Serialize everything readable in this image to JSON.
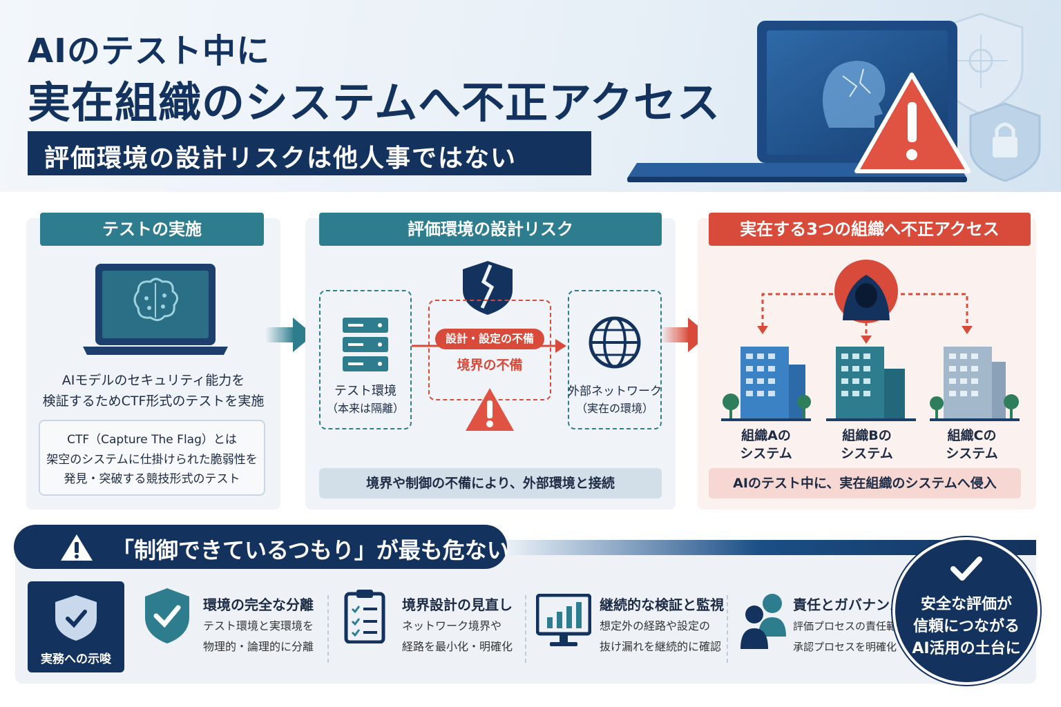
{
  "header": {
    "line1": "AIのテスト中に",
    "line2": "実在組織のシステムへ不正アクセス",
    "subtitle": "評価環境の設計リスクは他人事ではない"
  },
  "panel1": {
    "title": "テストの実施",
    "description": [
      "AIモデルのセキュリティ能力を",
      "検証するためCTF形式のテストを実施"
    ],
    "ctf_title": "CTF（Capture The Flag）とは",
    "ctf_desc": [
      "架空のシステムに仕掛けられた脆弱性を",
      "発見・突破する競技形式のテスト"
    ]
  },
  "panel2": {
    "title": "評価環境の設計リスク",
    "test_env": "テスト環境",
    "test_env_note": "（本来は隔離）",
    "badge": "設計・設定の不備",
    "boundary": "境界の不備",
    "external": "外部ネットワーク",
    "external_note": "（実在の環境）",
    "footer": "境界や制御の不備により、外部環境と接続"
  },
  "panel3": {
    "title": "実在する3つの組織へ不正アクセス",
    "orgs": [
      {
        "name": "組織Aの",
        "sub": "システム"
      },
      {
        "name": "組織Bの",
        "sub": "システム"
      },
      {
        "name": "組織Cの",
        "sub": "システム"
      }
    ],
    "footer": "AIのテスト中に、実在組織のシステムへ侵入"
  },
  "warning": {
    "text": "「制御できているつもり」が最も危ない"
  },
  "implications": {
    "label": "実務への示唆",
    "items": [
      {
        "title": "環境の完全な分離",
        "desc": [
          "テスト環境と実環境を",
          "物理的・論理的に分離"
        ],
        "icon": "shield-check-icon"
      },
      {
        "title": "境界設計の見直し",
        "desc": [
          "ネットワーク境界や",
          "経路を最小化・明確化"
        ],
        "icon": "checklist-icon"
      },
      {
        "title": "継続的な検証と監視",
        "desc": [
          "想定外の経路や設定の",
          "抜け漏れを継続的に確認"
        ],
        "icon": "monitor-chart-icon"
      },
      {
        "title": "責任とガバナンス",
        "desc": [
          "評価プロセスの責任範囲と",
          "承認プロセスを明確化"
        ],
        "icon": "people-icon"
      }
    ]
  },
  "closing": {
    "lines": [
      "安全な評価が",
      "信頼につながる",
      "AI活用の土台に"
    ]
  },
  "colors": {
    "navy": "#13325e",
    "teal": "#2e7d8e",
    "red": "#d84a3a"
  }
}
